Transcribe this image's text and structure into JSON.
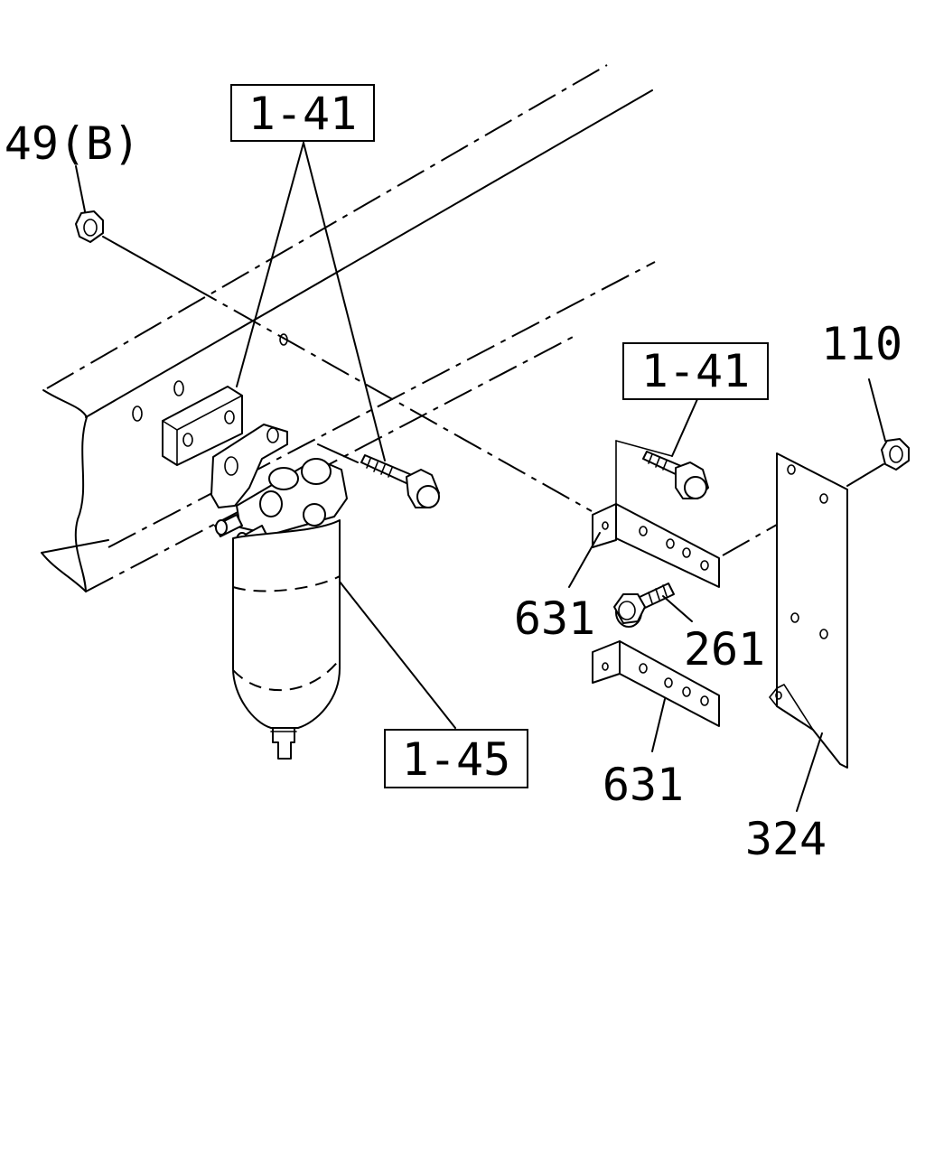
{
  "labels": {
    "ref_141_top": "1-41",
    "ref_141_right": "1-41",
    "ref_145": "1-45",
    "part_49b": "49(B)",
    "part_110": "110",
    "part_631_upper": "631",
    "part_631_lower": "631",
    "part_261": "261",
    "part_324": "324"
  }
}
